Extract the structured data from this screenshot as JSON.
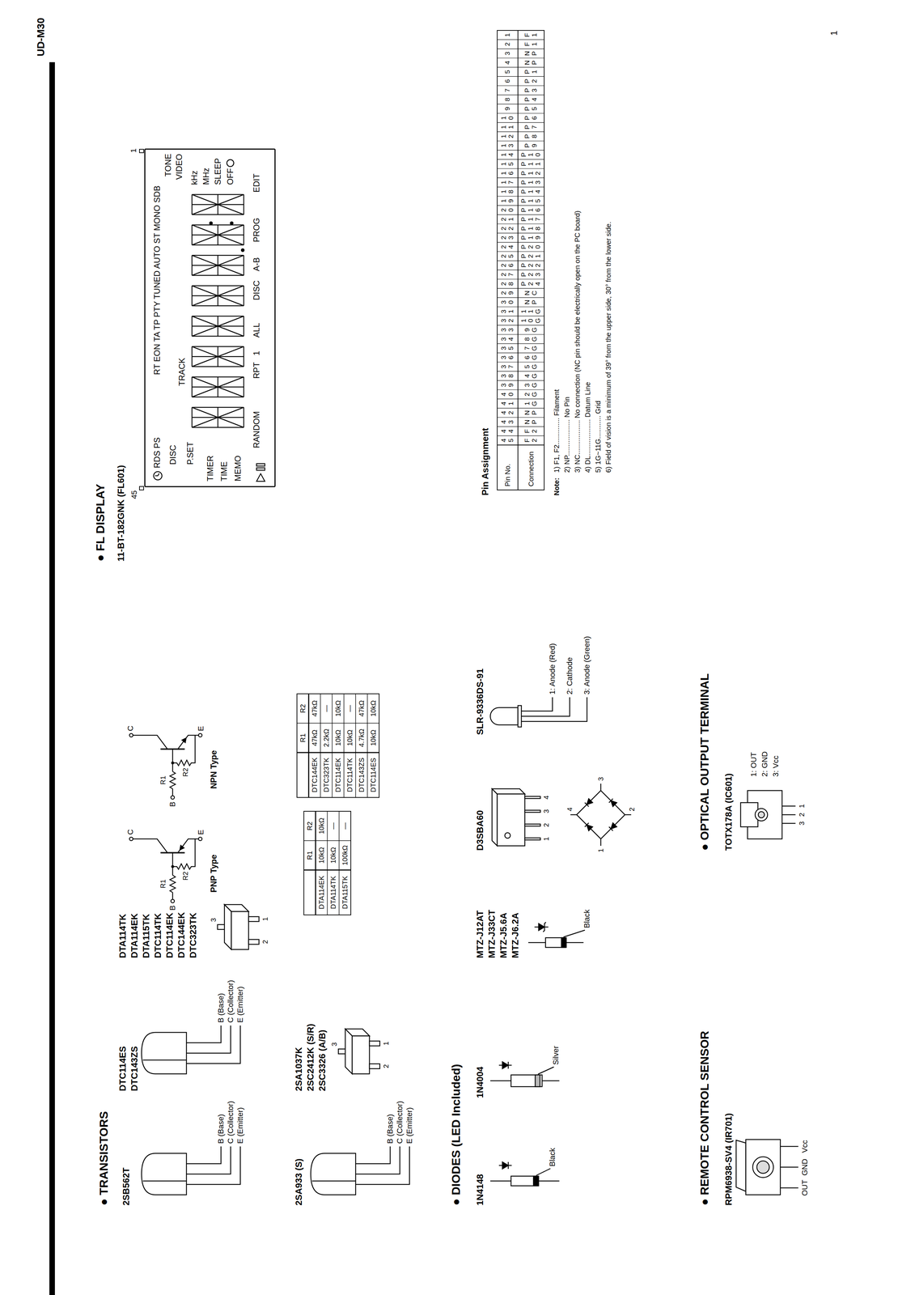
{
  "diagram": {
    "nodes": [
      {
        "text": [
          "RDS PS",
          "DISC",
          "P.SET",
          "TIMER",
          "TIME",
          "MEMO",
          "RANDOM",
          "TRACK",
          "RT EON TA TP PTY TUNED AUTO ST MONO SDB",
          "TONE",
          "VIDEO",
          "kHz",
          "MHz",
          "SLEEP",
          "OFF",
          "RPT",
          "1",
          "ALL",
          "DISC",
          "A-B",
          "PROG",
          "EDIT"
        ]
      }
    ],
    "labels": [
      "UD-M30",
      "1",
      "● TRANSISTORS",
      "2SB562T",
      "DTC114ES",
      "DTC143ZS",
      "DTA114TK",
      "DTA114EK",
      "DTA115TK",
      "DTC114TK",
      "DTC114EK",
      "DTC144EK",
      "DTC323TK",
      "B (Base)",
      "C (Collector)",
      "E (Emitter)",
      "B (Base)",
      "C (Collector)",
      "E (Emitter)",
      "3",
      "2",
      "1",
      "2SA933 (S)",
      "2SA1037K",
      "2SC2412K (S/R)",
      "2SC3326 (A/B)",
      "B (Base)",
      "C (Collector)",
      "E (Emitter)",
      "3",
      "2",
      "1",
      "PNP Type",
      "B",
      "R1",
      "R2",
      "C",
      "E",
      "NPN Type",
      "B",
      "R1",
      "R2",
      "C",
      "E",
      "R1",
      "R2",
      "DTA114EK",
      "10kΩ",
      "10kΩ",
      "DTA114TK",
      "10kΩ",
      "—",
      "DTA115TK",
      "100kΩ",
      "—",
      "R1",
      "R2",
      "DTC144EK",
      "47kΩ",
      "47kΩ",
      "DTC323TK",
      "2.2kΩ",
      "—",
      "DTC114EK",
      "10kΩ",
      "10kΩ",
      "DTC114TK",
      "10kΩ",
      "—",
      "DTC143ZS",
      "4.7kΩ",
      "47kΩ",
      "DTC114ES",
      "10kΩ",
      "10kΩ",
      "● DIODES (LED Included)",
      "1N4148",
      "Black",
      "1N4004",
      "Silver",
      "MTZ-J12AT",
      "MTZ-J33CT",
      "MTZ-J5.6A",
      "MTZ-J6.2A",
      "Black",
      "D3SBA60",
      "1",
      "2",
      "3",
      "4",
      "4",
      "1",
      "3",
      "2",
      "SLR-9336DS-91",
      "1: Anode (Red)",
      "2: Cathode",
      "3: Anode (Green)",
      "● REMOTE CONTROL SENSOR",
      "RPM6938-SV4 (IR701)",
      "OUT",
      "GND",
      "Vcc",
      "● OPTICAL OUTPUT TERMINAL",
      "TOTX178A (IC601)",
      "3",
      "2",
      "1",
      "1: OUT",
      "2: GND",
      "3: Vcc",
      "● FL DISPLAY",
      "11-BT-182GNK (FL601)",
      "45",
      "1",
      "Pin Assignment",
      "Pin No.",
      "Connection",
      "45",
      "44",
      "43",
      "42",
      "41",
      "40",
      "39",
      "38",
      "37",
      "36",
      "35",
      "34",
      "33",
      "32",
      "31",
      "30",
      "29",
      "28",
      "27",
      "26",
      "25",
      "24",
      "23",
      "22",
      "21",
      "20",
      "19",
      "18",
      "17",
      "16",
      "15",
      "14",
      "13",
      "12",
      "11",
      "10",
      "9",
      "8",
      "7",
      "6",
      "5",
      "4",
      "3",
      "2",
      "1",
      "F2",
      "F2",
      "NP",
      "NP",
      "1G",
      "2G",
      "3G",
      "4G",
      "5G",
      "6G",
      "7G",
      "8G",
      "9G",
      "10G",
      "11G",
      "NP",
      "NC",
      "P24",
      "P23",
      "P22",
      "P21",
      "P20",
      "P19",
      "P18",
      "P17",
      "P16",
      "P15",
      "P14",
      "P13",
      "P12",
      "P11",
      "P10",
      "P9",
      "P8",
      "P7",
      "P6",
      "P5",
      "P4",
      "P3",
      "P2",
      "P1",
      "NP",
      "NP",
      "F1",
      "F1",
      "Note:",
      "1) F1, F2.............. Filament",
      "2) NP................... No Pin",
      "3) NC.................. No connection (NC pin should be electrically open on the PC board)",
      "4) DL................... Datum Line",
      "5) 1G~11G............ Grid",
      "6) Field of vision is a minimum of 39° from the upper side, 30° from the lower side."
    ]
  }
}
